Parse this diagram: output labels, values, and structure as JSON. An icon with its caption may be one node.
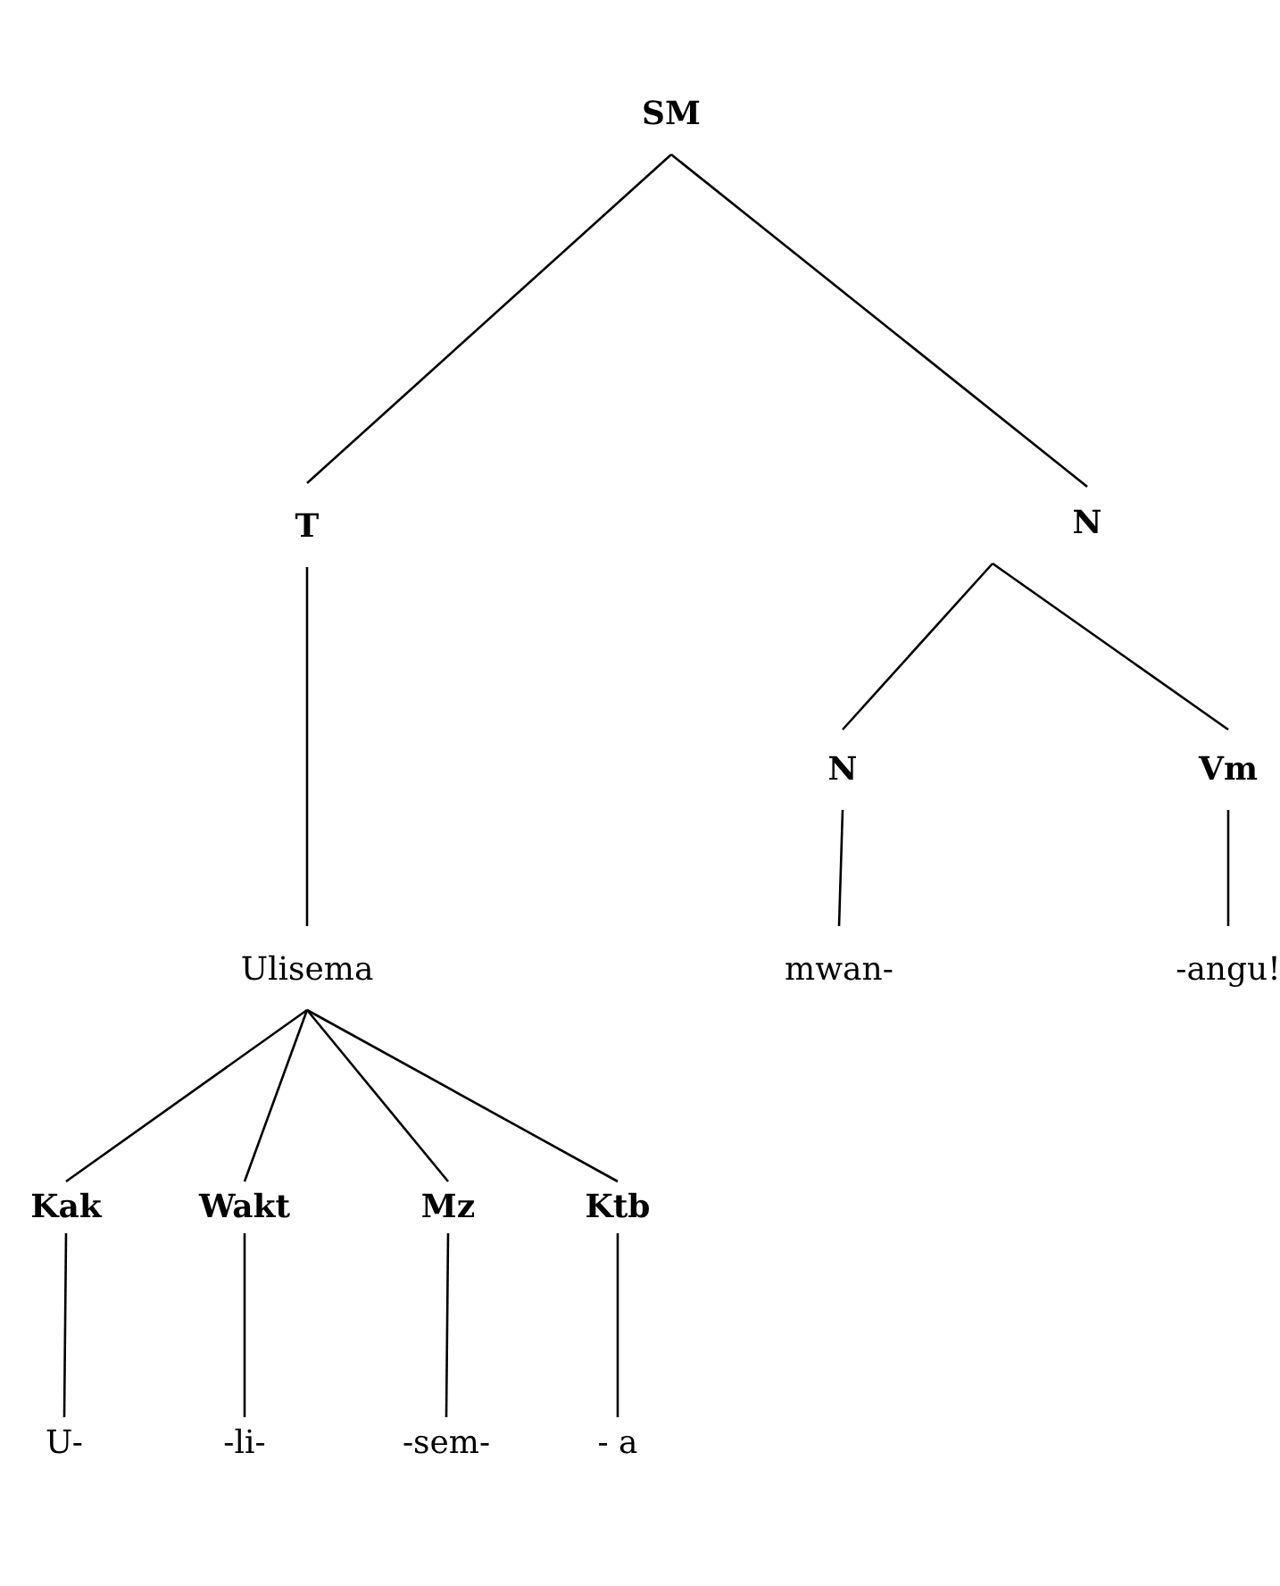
{
  "diagram": {
    "nodes": [
      {
        "text": [
          "SM"
        ]
      },
      {
        "text": [
          "T"
        ]
      },
      {
        "text": [
          "N"
        ]
      },
      {
        "text": [
          "N"
        ]
      },
      {
        "text": [
          "Vm"
        ]
      },
      {
        "text": [
          "Ulisema"
        ]
      },
      {
        "text": [
          "mwan-"
        ]
      },
      {
        "text": [
          "-angu!"
        ]
      },
      {
        "text": [
          "Kak"
        ]
      },
      {
        "text": [
          "Wakt"
        ]
      },
      {
        "text": [
          "Mz"
        ]
      },
      {
        "text": [
          "Ktb"
        ]
      },
      {
        "text": [
          "U-"
        ]
      },
      {
        "text": [
          "-li-"
        ]
      },
      {
        "text": [
          "-sem-"
        ]
      },
      {
        "text": [
          "- a"
        ]
      }
    ],
    "edges": [
      {
        "from": 0,
        "to": 1,
        "arrow": "none"
      },
      {
        "from": 0,
        "to": 2,
        "arrow": "none"
      },
      {
        "from": 1,
        "to": 5,
        "arrow": "none"
      },
      {
        "from": 2,
        "to": 3,
        "arrow": "none"
      },
      {
        "from": 2,
        "to": 4,
        "arrow": "none"
      },
      {
        "from": 3,
        "to": 6,
        "arrow": "none"
      },
      {
        "from": 4,
        "to": 7,
        "arrow": "none"
      },
      {
        "from": 5,
        "to": 8,
        "arrow": "none"
      },
      {
        "from": 5,
        "to": 9,
        "arrow": "none"
      },
      {
        "from": 5,
        "to": 10,
        "arrow": "none"
      },
      {
        "from": 5,
        "to": 11,
        "arrow": "none"
      },
      {
        "from": 8,
        "to": 12,
        "arrow": "none"
      },
      {
        "from": 9,
        "to": 13,
        "arrow": "none"
      },
      {
        "from": 10,
        "to": 14,
        "arrow": "none"
      },
      {
        "from": 11,
        "to": 15,
        "arrow": "none"
      }
    ]
  }
}
